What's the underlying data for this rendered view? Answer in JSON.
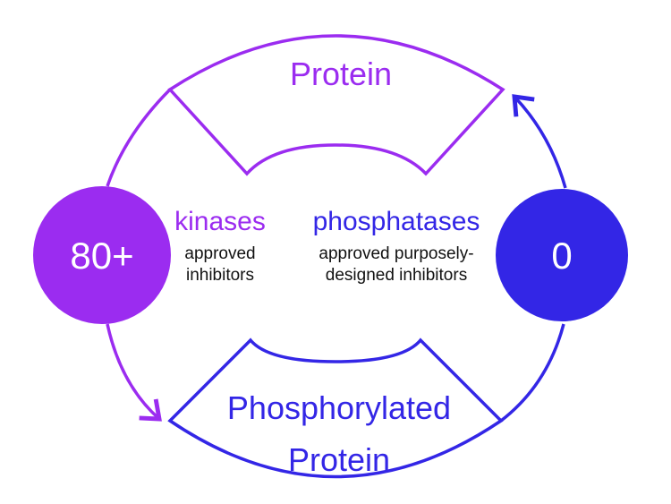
{
  "colors": {
    "kinase": "#9b2cf0",
    "phosphatase": "#3326e6",
    "text": "#111111",
    "background": "#ffffff"
  },
  "top_shape": {
    "label": "Protein"
  },
  "bottom_shape": {
    "label_line1": "Phosphorylated",
    "label_line2": "Protein"
  },
  "left_circle": {
    "value": "80+"
  },
  "right_circle": {
    "value": "0"
  },
  "kinases": {
    "title": "kinases",
    "line1": "approved",
    "line2": "inhibitors"
  },
  "phosphatases": {
    "title": "phosphatases",
    "line1": "approved purposely-",
    "line2": "designed inhibitors"
  }
}
